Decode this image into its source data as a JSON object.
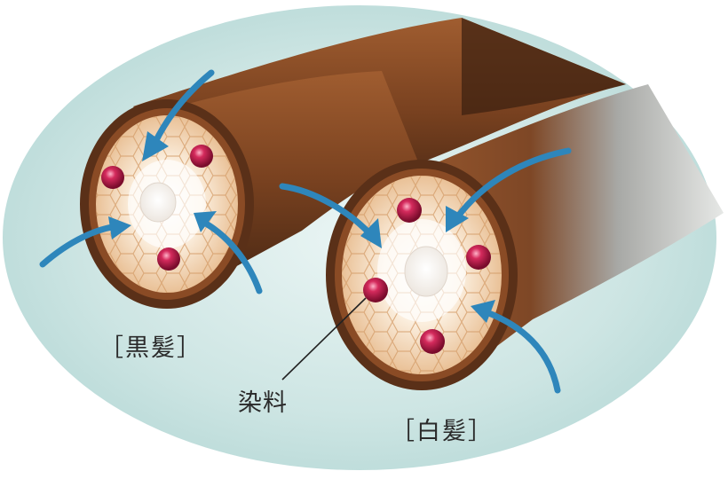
{
  "labels": {
    "black_hair": "［黒髪］",
    "white_hair": "［白髪］",
    "dye": "染料"
  },
  "colors": {
    "background": "#d2e8e6",
    "hair_dark": "#4a2a18",
    "hair_brown": "#8a4f2a",
    "hair_gray": "#cfd2d2",
    "cortex": "#f3dcc0",
    "dye_particle": "#b0174a",
    "arrow": "#2f8cc0"
  },
  "icons": [
    "arrow-icon",
    "dye-particle-icon"
  ]
}
